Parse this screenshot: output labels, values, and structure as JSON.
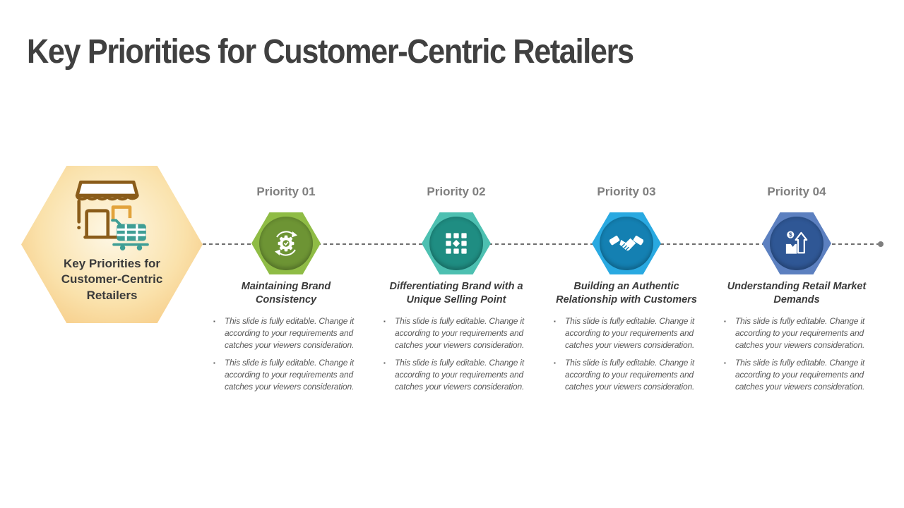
{
  "slide_title": "Key Priorities for Customer-Centric Retailers",
  "hub": {
    "icon": "storefront-shopping-cart-icon",
    "label": "Key Priorities for Customer-Centric Retailers",
    "gradient_center": "#FEF8E7",
    "gradient_mid": "#FAE2AC",
    "gradient_edge": "#F5C276",
    "store_brown": "#8A5C1A",
    "store_orange": "#E2A33C",
    "cart_teal": "#3F9E95"
  },
  "connector": {
    "style": "dashed",
    "color": "#6f6f6f",
    "end_dot_color": "#7f7f7f"
  },
  "bullet_marker": "▪",
  "priorities": [
    {
      "label": "Priority 01",
      "icon": "gear-sync-check-icon",
      "hex_color": "#8FBC45",
      "circle_color": "#6D9434",
      "heading": "Maintaining Brand Consistency",
      "bullets": [
        "This slide is fully editable. Change it according to your requirements and catches your viewers consideration.",
        "This slide is fully editable. Change it according to your requirements and catches your viewers consideration."
      ]
    },
    {
      "label": "Priority 02",
      "icon": "grid-diamond-icon",
      "hex_color": "#4DC0B1",
      "circle_color": "#1F8D82",
      "heading": "Differentiating Brand with a Unique Selling Point",
      "bullets": [
        "This slide is fully editable. Change it according to your requirements and catches your viewers consideration.",
        "This slide is fully editable. Change it according to your requirements and catches your viewers consideration."
      ]
    },
    {
      "label": "Priority 03",
      "icon": "handshake-icon",
      "hex_color": "#29A9E1",
      "circle_color": "#1480B2",
      "heading": "Building an Authentic Relationship with Customers",
      "bullets": [
        "This slide is fully editable. Change it according to your requirements and catches your viewers consideration.",
        "This slide is fully editable. Change it according to your requirements and catches your viewers consideration."
      ]
    },
    {
      "label": "Priority 04",
      "icon": "box-growth-dollar-icon",
      "hex_color": "#5C80C0",
      "circle_color": "#2F5795",
      "heading": "Understanding Retail Market Demands",
      "bullets": [
        "This slide is fully editable. Change it according to your requirements and catches your viewers consideration.",
        "This slide is fully editable. Change it according to your requirements and catches your viewers consideration."
      ]
    }
  ]
}
